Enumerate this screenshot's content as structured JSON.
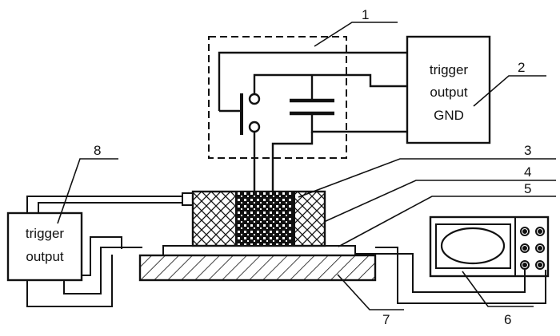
{
  "trigger_box": {
    "line1": "trigger",
    "line2": "output",
    "line3": "GND"
  },
  "left_trigger_box": {
    "line1": "trigger",
    "line2": "output"
  },
  "callouts": {
    "n1": "1",
    "n2": "2",
    "n3": "3",
    "n4": "4",
    "n5": "5",
    "n6": "6",
    "n7": "7",
    "n8": "8"
  }
}
